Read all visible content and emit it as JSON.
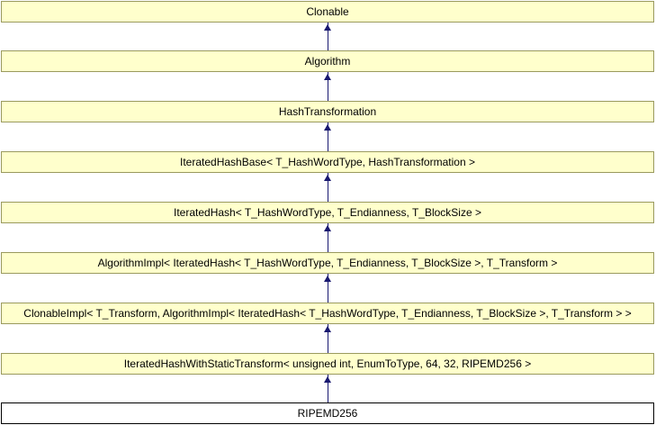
{
  "diagram": {
    "kind": "class-inheritance-diagram",
    "colors": {
      "node_fill": "#FFFFCC",
      "node_border": "#9A9A5E",
      "current_node_fill": "#FFFFFF",
      "current_node_border": "#000000",
      "arrow_color": "#191970",
      "text_color": "#000000",
      "background": "#FFFFFF"
    },
    "nodes": [
      {
        "label": "Clonable",
        "role": "base"
      },
      {
        "label": "Algorithm",
        "role": "base"
      },
      {
        "label": "HashTransformation",
        "role": "base"
      },
      {
        "label": "IteratedHashBase< T_HashWordType, HashTransformation >",
        "role": "base"
      },
      {
        "label": "IteratedHash< T_HashWordType, T_Endianness, T_BlockSize >",
        "role": "base"
      },
      {
        "label": "AlgorithmImpl< IteratedHash< T_HashWordType, T_Endianness, T_BlockSize >, T_Transform >",
        "role": "base"
      },
      {
        "label": "ClonableImpl< T_Transform, AlgorithmImpl< IteratedHash< T_HashWordType, T_Endianness, T_BlockSize >, T_Transform > >",
        "role": "base"
      },
      {
        "label": "IteratedHashWithStaticTransform< unsigned int, EnumToType, 64, 32, RIPEMD256 >",
        "role": "base"
      },
      {
        "label": "RIPEMD256",
        "role": "current"
      }
    ],
    "edges": "each lower node points upward to the node above it (public inheritance arrows)"
  }
}
